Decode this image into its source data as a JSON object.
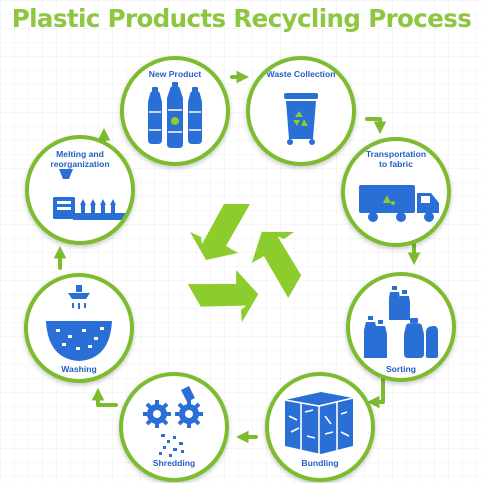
{
  "title": "Plastic Products Recycling Process",
  "steps": [
    {
      "label": "New Product",
      "icon": "bottles-icon"
    },
    {
      "label": "Waste Collection",
      "icon": "recycle-bin-icon"
    },
    {
      "label": "Transportation\nto fabric",
      "icon": "truck-icon"
    },
    {
      "label": "Sorting",
      "icon": "sorted-bottles-icon"
    },
    {
      "label": "Bundling",
      "icon": "bale-icon"
    },
    {
      "label": "Shredding",
      "icon": "shredder-icon"
    },
    {
      "label": "Washing",
      "icon": "washing-basin-icon"
    },
    {
      "label": "Melting and\nreorganization",
      "icon": "melting-machine-icon"
    }
  ],
  "center_icon": "recycle-symbol-icon",
  "colors": {
    "title": "#8dc63f",
    "accent": "#7dbb2f",
    "icon": "#2a6fd6",
    "label": "#1f5fc4"
  }
}
